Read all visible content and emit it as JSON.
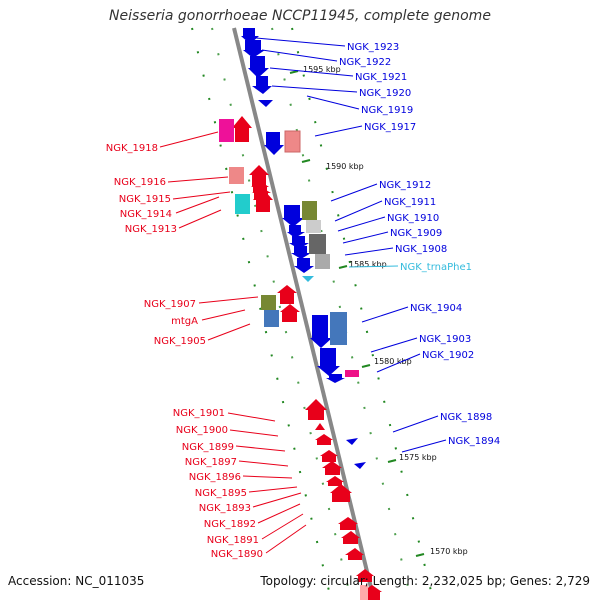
{
  "title": "Neisseria gonorrhoeae NCCP11945, complete genome",
  "accession": "Accession: NC_011035",
  "topology": "Topology: circular; Length: 2,232,025 bp; Genes: 2,729",
  "colors": {
    "forward": "#e8001a",
    "reverse": "#0000dd",
    "trna": "#33bbdd",
    "backbone": "#888888",
    "tick": "#228822"
  },
  "scale_marks": [
    "1595 kbp",
    "1590 kbp",
    "1585 kbp",
    "1580 kbp",
    "1575 kbp",
    "1570 kbp"
  ],
  "reverse_labels": [
    "NGK_1923",
    "NGK_1922",
    "NGK_1921",
    "NGK_1920",
    "NGK_1919",
    "NGK_1917",
    "NGK_1912",
    "NGK_1911",
    "NGK_1910",
    "NGK_1909",
    "NGK_1908",
    "NGK_trnaPhe1",
    "NGK_1904",
    "NGK_1903",
    "NGK_1902",
    "NGK_1898",
    "NGK_1894"
  ],
  "forward_labels": [
    "NGK_1918",
    "NGK_1916",
    "NGK_1915",
    "NGK_1914",
    "NGK_1913",
    "NGK_1907",
    "mtgA",
    "NGK_1905",
    "NGK_1901",
    "NGK_1900",
    "NGK_1899",
    "NGK_1897",
    "NGK_1896",
    "NGK_1895",
    "NGK_1893",
    "NGK_1892",
    "NGK_1891",
    "NGK_1890"
  ]
}
